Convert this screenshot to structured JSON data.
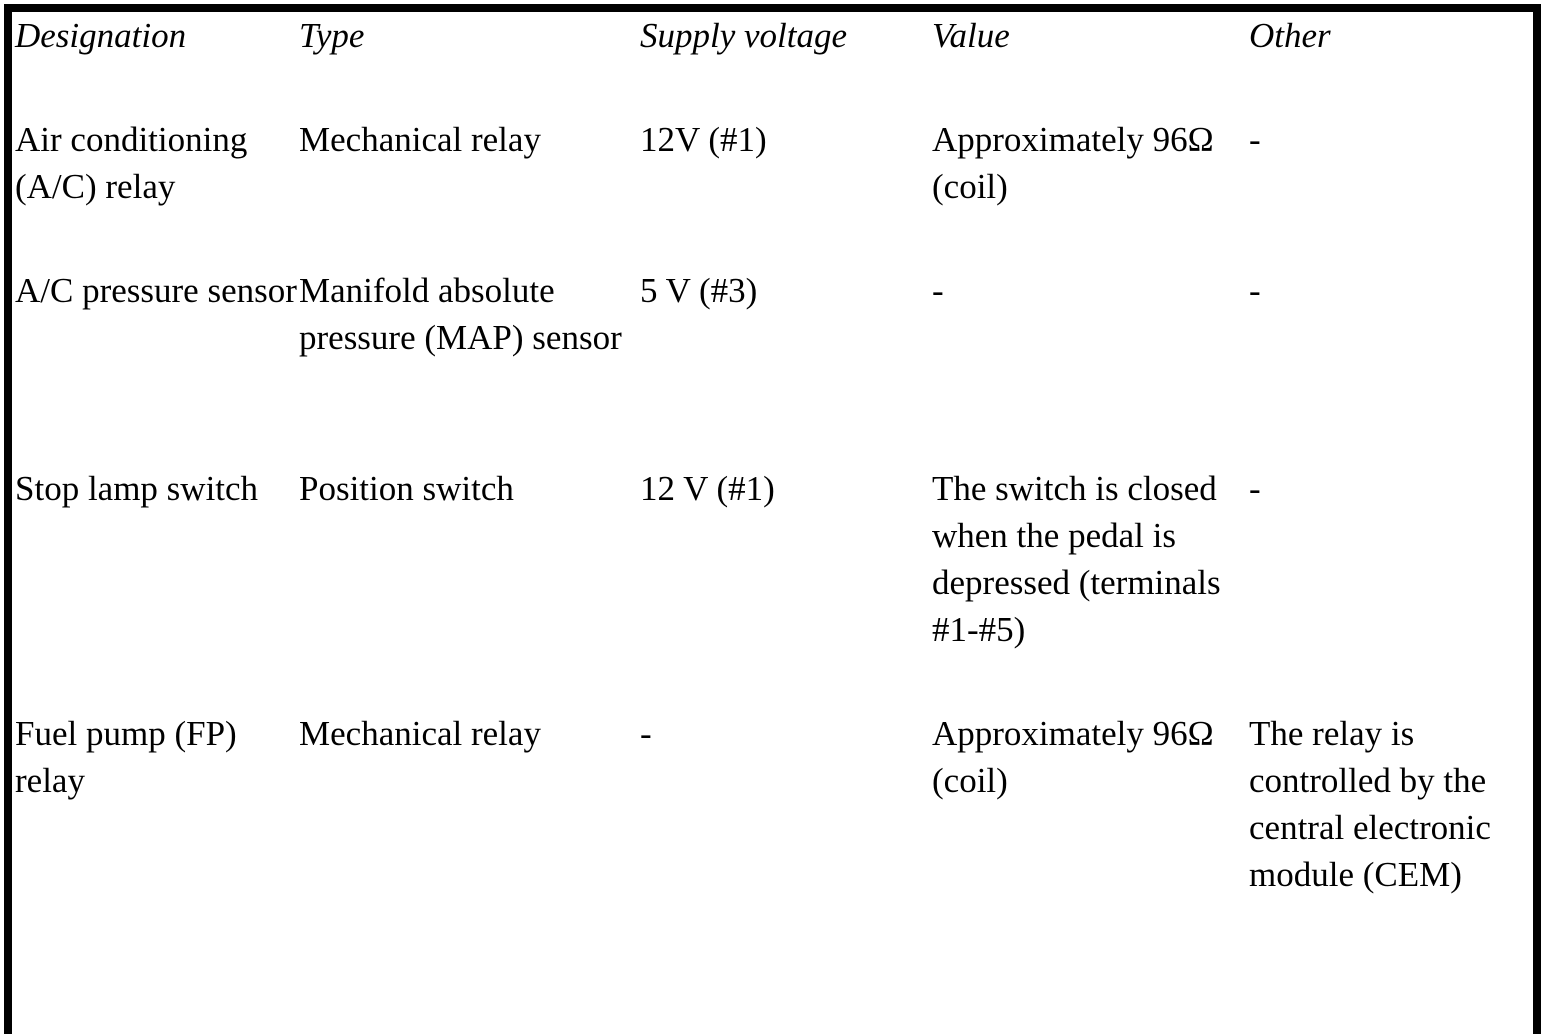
{
  "table": {
    "headers": [
      "Designation",
      "Type",
      "Supply voltage",
      "Value",
      "Other"
    ],
    "rows": [
      [
        "Air conditioning (A/C) relay",
        "Mechanical relay",
        "12V (#1)",
        "Approximately 96Ω (coil)",
        "-"
      ],
      [
        "A/C pressure sensor",
        "Manifold absolute pressure (MAP) sensor",
        "5 V (#3)",
        "-",
        "-"
      ],
      [
        "Stop lamp switch",
        "Position switch",
        "12 V (#1)",
        "The switch is closed when the pedal is depressed (terminals #1-#5)",
        "-"
      ],
      [
        "Fuel pump (FP) relay",
        "Mechanical relay",
        "-",
        "Approximately 96Ω (coil)",
        "The relay is controlled by the central electronic module (CEM)"
      ]
    ]
  }
}
